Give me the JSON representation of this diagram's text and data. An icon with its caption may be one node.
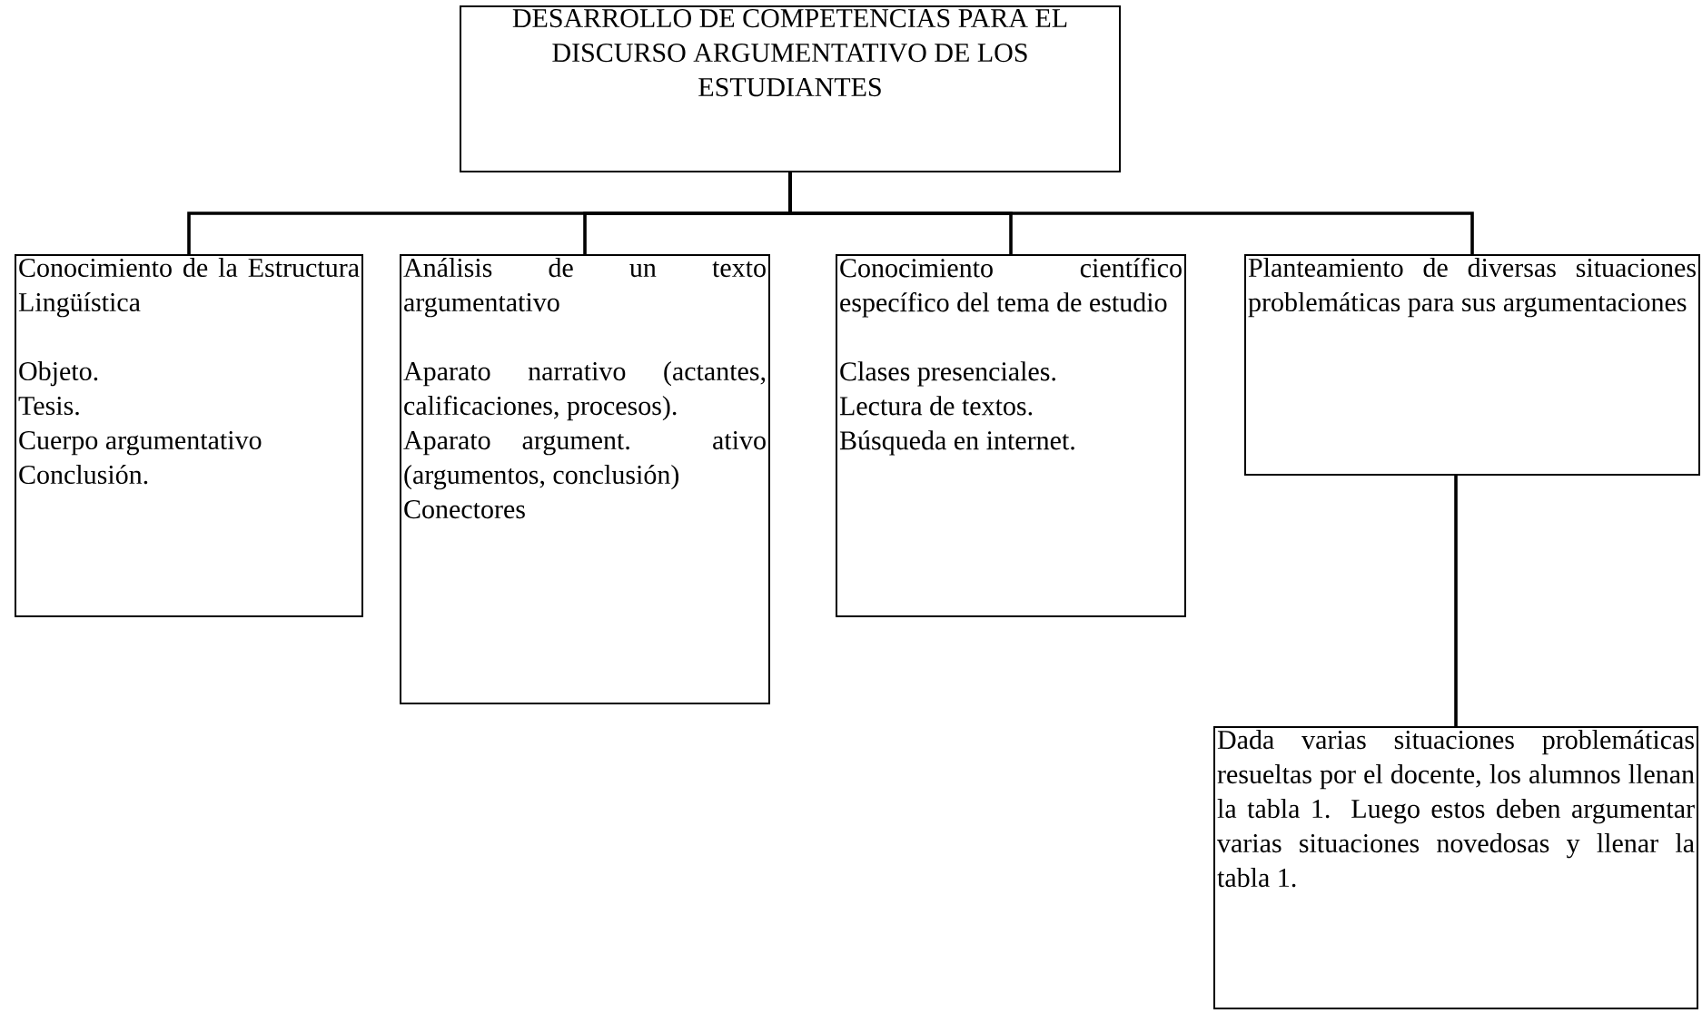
{
  "diagram": {
    "nodes": [
      {
        "text": [
          "DESARROLLO DE COMPETENCIAS PARA EL DISCURSO ARGUMENTATIVO DE LOS ESTUDIANTES"
        ]
      },
      {
        "text": [
          "Conocimiento de la Estructura Lingüística",
          "Objeto.",
          "Tesis.",
          "Cuerpo argumentativo",
          "Conclusión."
        ]
      },
      {
        "text": [
          "Análisis de un texto argumentativo",
          "Aparato narrativo (actantes, calificaciones, procesos).",
          "Aparato argument. ativo (argumentos, conclusión)",
          "Conectores"
        ]
      },
      {
        "text": [
          "Conocimiento científico específico del tema de estudio",
          "Clases presenciales.",
          "Lectura de textos.",
          "Búsqueda en internet."
        ]
      },
      {
        "text": [
          "Planteamiento de diversas situaciones problemáticas para sus argumentaciones"
        ]
      },
      {
        "text": [
          "Dada varias situaciones problemáticas resueltas por el docente, los alumnos llenan la tabla 1. Luego estos deben argumentar varias situaciones novedosas y llenar la tabla 1."
        ]
      }
    ],
    "edges": [
      {
        "from": 0,
        "to": 1,
        "arrow": "none"
      },
      {
        "from": 0,
        "to": 2,
        "arrow": "none"
      },
      {
        "from": 0,
        "to": 3,
        "arrow": "none"
      },
      {
        "from": 0,
        "to": 4,
        "arrow": "none"
      },
      {
        "from": 4,
        "to": 5,
        "arrow": "none"
      }
    ]
  }
}
